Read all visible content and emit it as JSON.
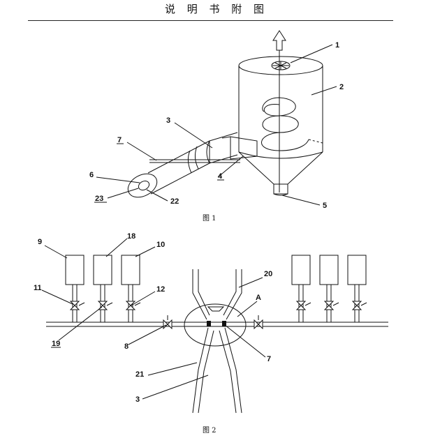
{
  "header": {
    "title": "说 明 书 附 图"
  },
  "figure1": {
    "caption": "图 1",
    "labels": [
      "1",
      "2",
      "3",
      "4",
      "5",
      "6",
      "7",
      "22",
      "23"
    ]
  },
  "figure2": {
    "caption": "图 2",
    "labels": [
      "9",
      "18",
      "10",
      "11",
      "12",
      "19",
      "8",
      "21",
      "3",
      "20",
      "A",
      "7"
    ]
  }
}
